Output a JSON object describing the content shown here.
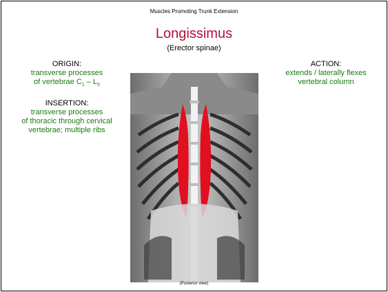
{
  "slide": {
    "header": "Muscles Promoting Trunk Extension",
    "title": "Longissimus",
    "subtitle": "(Erector spinae)",
    "title_color": "#b0103a",
    "accent_color": "#1a7a10",
    "highlight_color": "#e01020"
  },
  "origin": {
    "label": "ORIGIN:",
    "line1": "transverse processes",
    "line2_prefix": "of vertebrae C",
    "sub1": "1",
    "dash": " – L",
    "sub2": "5"
  },
  "insertion": {
    "label": "INSERTION:",
    "line1": "transverse processes",
    "line2": "of thoracic through cervical",
    "line3": "vertebrae; multiple ribs"
  },
  "action": {
    "label": "ACTION:",
    "line1": "extends / laterally flexes",
    "line2": "vertebral column"
  },
  "figure": {
    "caption": "(Posterior view)",
    "image_name": "back-muscles-illustration"
  }
}
